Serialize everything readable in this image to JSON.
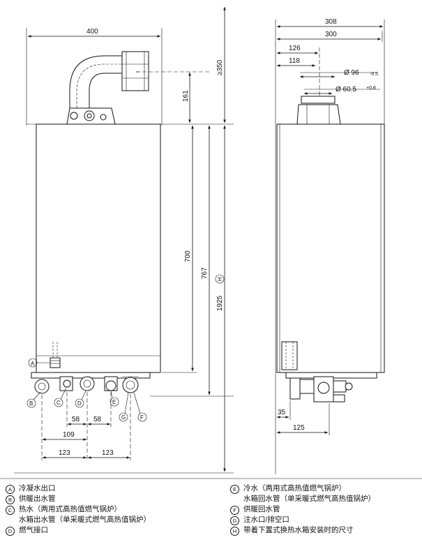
{
  "front_view": {
    "width_label": "400",
    "flue_label": "161",
    "clearance_label": "≥350",
    "body_height_label": "700",
    "overall_height_label": "767",
    "install_height_label": "1925",
    "install_height_key": "H",
    "spacing_58_left": "58",
    "spacing_58_right": "58",
    "spacing_109": "109",
    "spacing_123_left": "123",
    "spacing_123_right": "123",
    "connection_keys": [
      "A",
      "B",
      "C",
      "D",
      "E",
      "G",
      "F"
    ]
  },
  "side_view": {
    "depth_308": "308",
    "depth_300": "300",
    "offset_126": "126",
    "offset_118": "118",
    "diameter_96": "Ø 96",
    "diameter_96_tol": "-0.5",
    "diameter_60": "Ø 60.5",
    "diameter_60_tol": "+0.8",
    "bottom_35": "35",
    "bottom_125": "125"
  },
  "legend": {
    "left": [
      {
        "key": "A",
        "text": "冷凝水出口"
      },
      {
        "key": "B",
        "text": "供暖出水管"
      },
      {
        "key": "C",
        "text": "热水（两用式高热值燃气锅炉）",
        "text2": "水箱出水管（单采暖式燃气高热值锅炉）"
      },
      {
        "key": "D",
        "text": "燃气接口"
      }
    ],
    "right": [
      {
        "key": "E",
        "text": "冷水（两用式高热值燃气锅炉）",
        "text2": "水箱回水管（单采暖式燃气高热值锅炉）"
      },
      {
        "key": "F",
        "text": "供暖回水管"
      },
      {
        "key": "G",
        "text": "注水口/排空口"
      },
      {
        "key": "H",
        "text": "带着下置式换热水箱安装时的尺寸"
      }
    ]
  }
}
